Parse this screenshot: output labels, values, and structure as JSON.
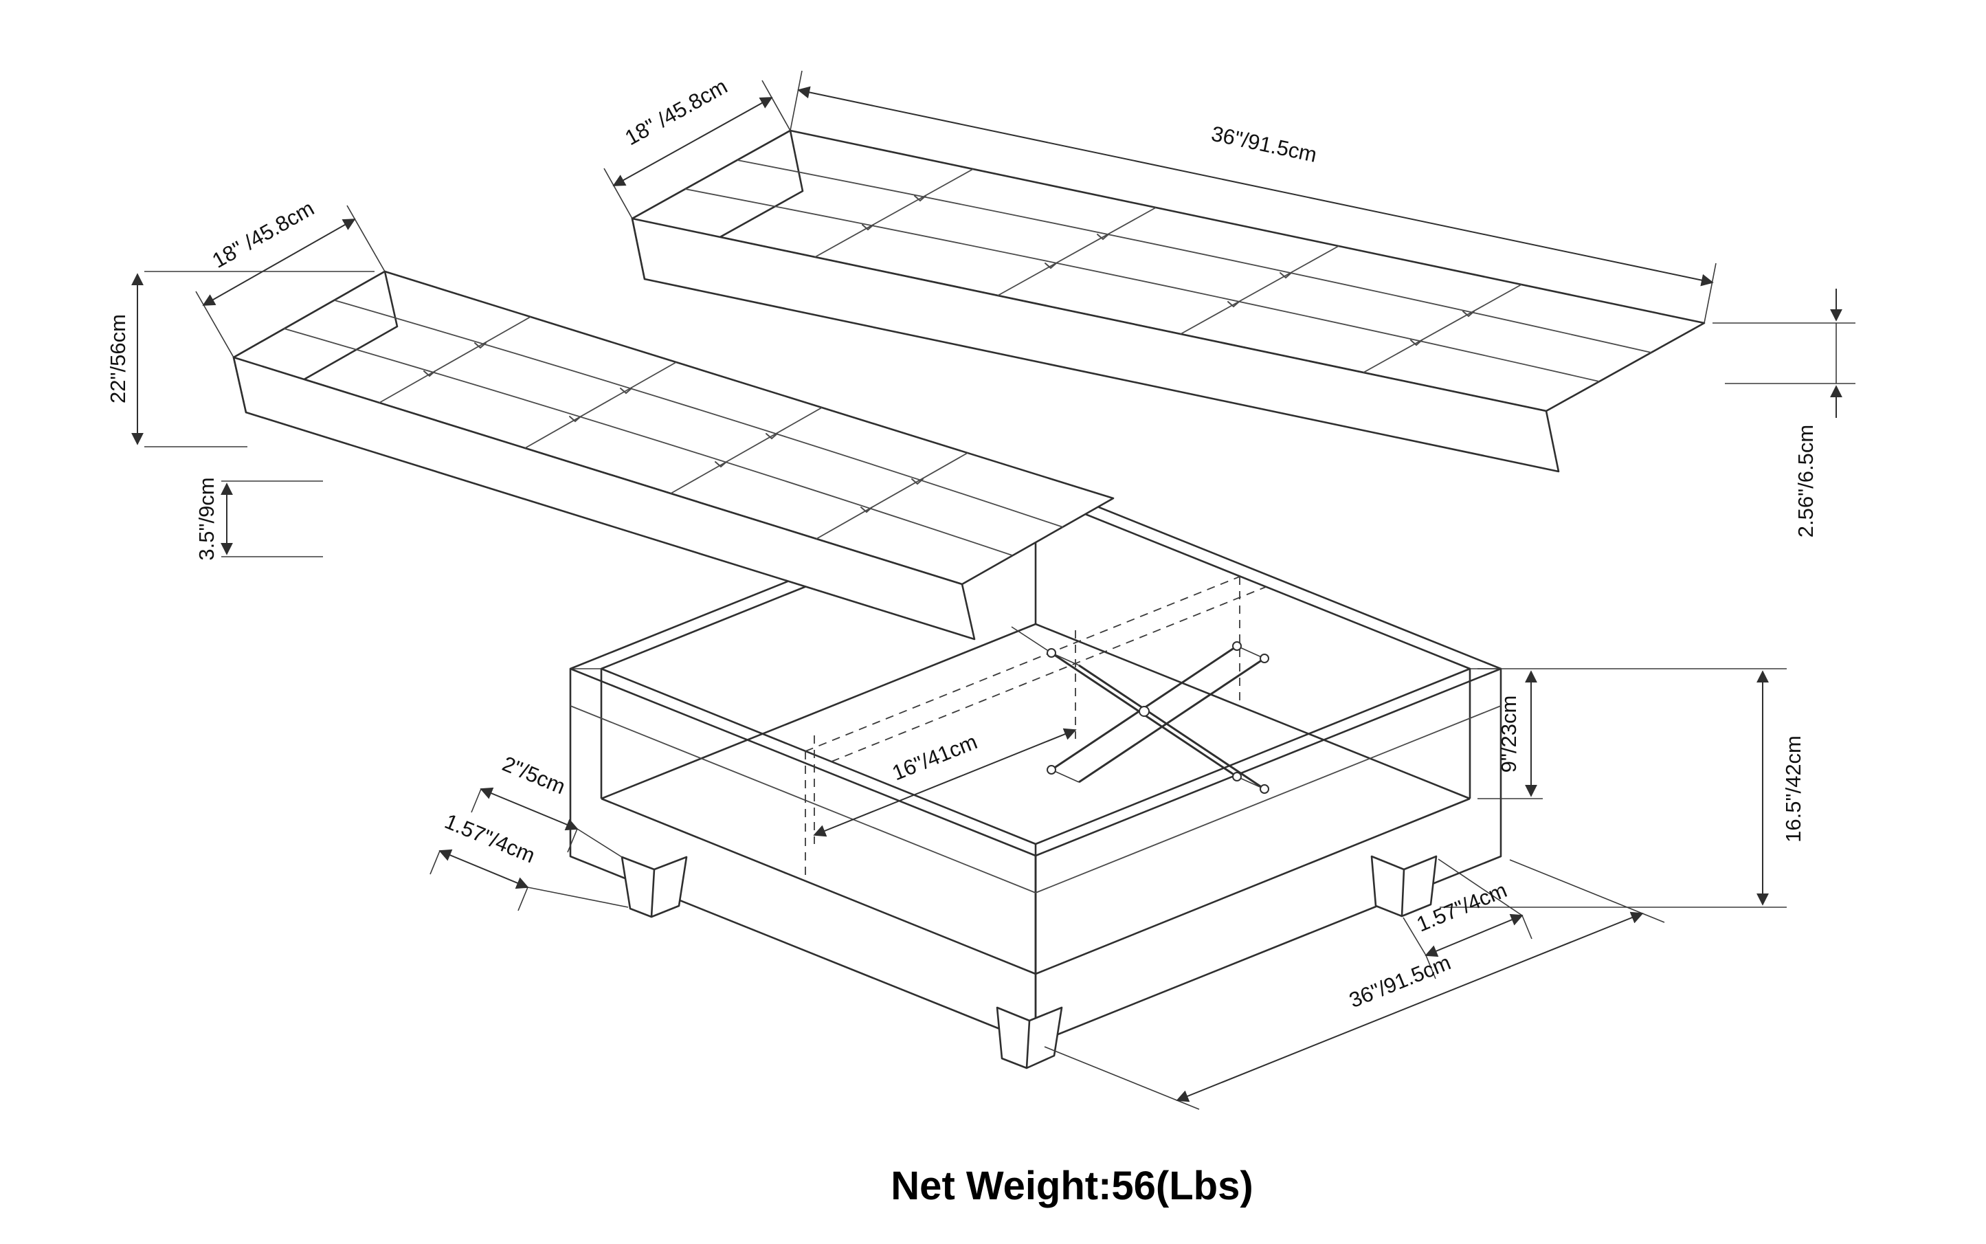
{
  "diagram": {
    "net_weight": "Net Weight:56(Lbs)",
    "dimensions": {
      "left_cushion_width": "18\" /45.8cm",
      "right_cushion_width": "18\" /45.8cm",
      "cushion_length_top": "36\"/91.5cm",
      "overall_height": "22\"/56cm",
      "leg_height": "3.5\"/9cm",
      "leg_inset": "2\"/5cm",
      "leg_width_front_left": "1.57\"/4cm",
      "cushion_thickness": "2.56\"/6.5cm",
      "storage_depth": "9\"/23cm",
      "base_height": "16.5\"/42cm",
      "storage_opening_width": "16\"/41cm",
      "leg_width_right": "1.57\"/4cm",
      "base_length_bottom": "36\"/91.5cm"
    },
    "colors": {
      "line": "#2f2f2f",
      "text": "#111111",
      "background": "#ffffff"
    }
  }
}
